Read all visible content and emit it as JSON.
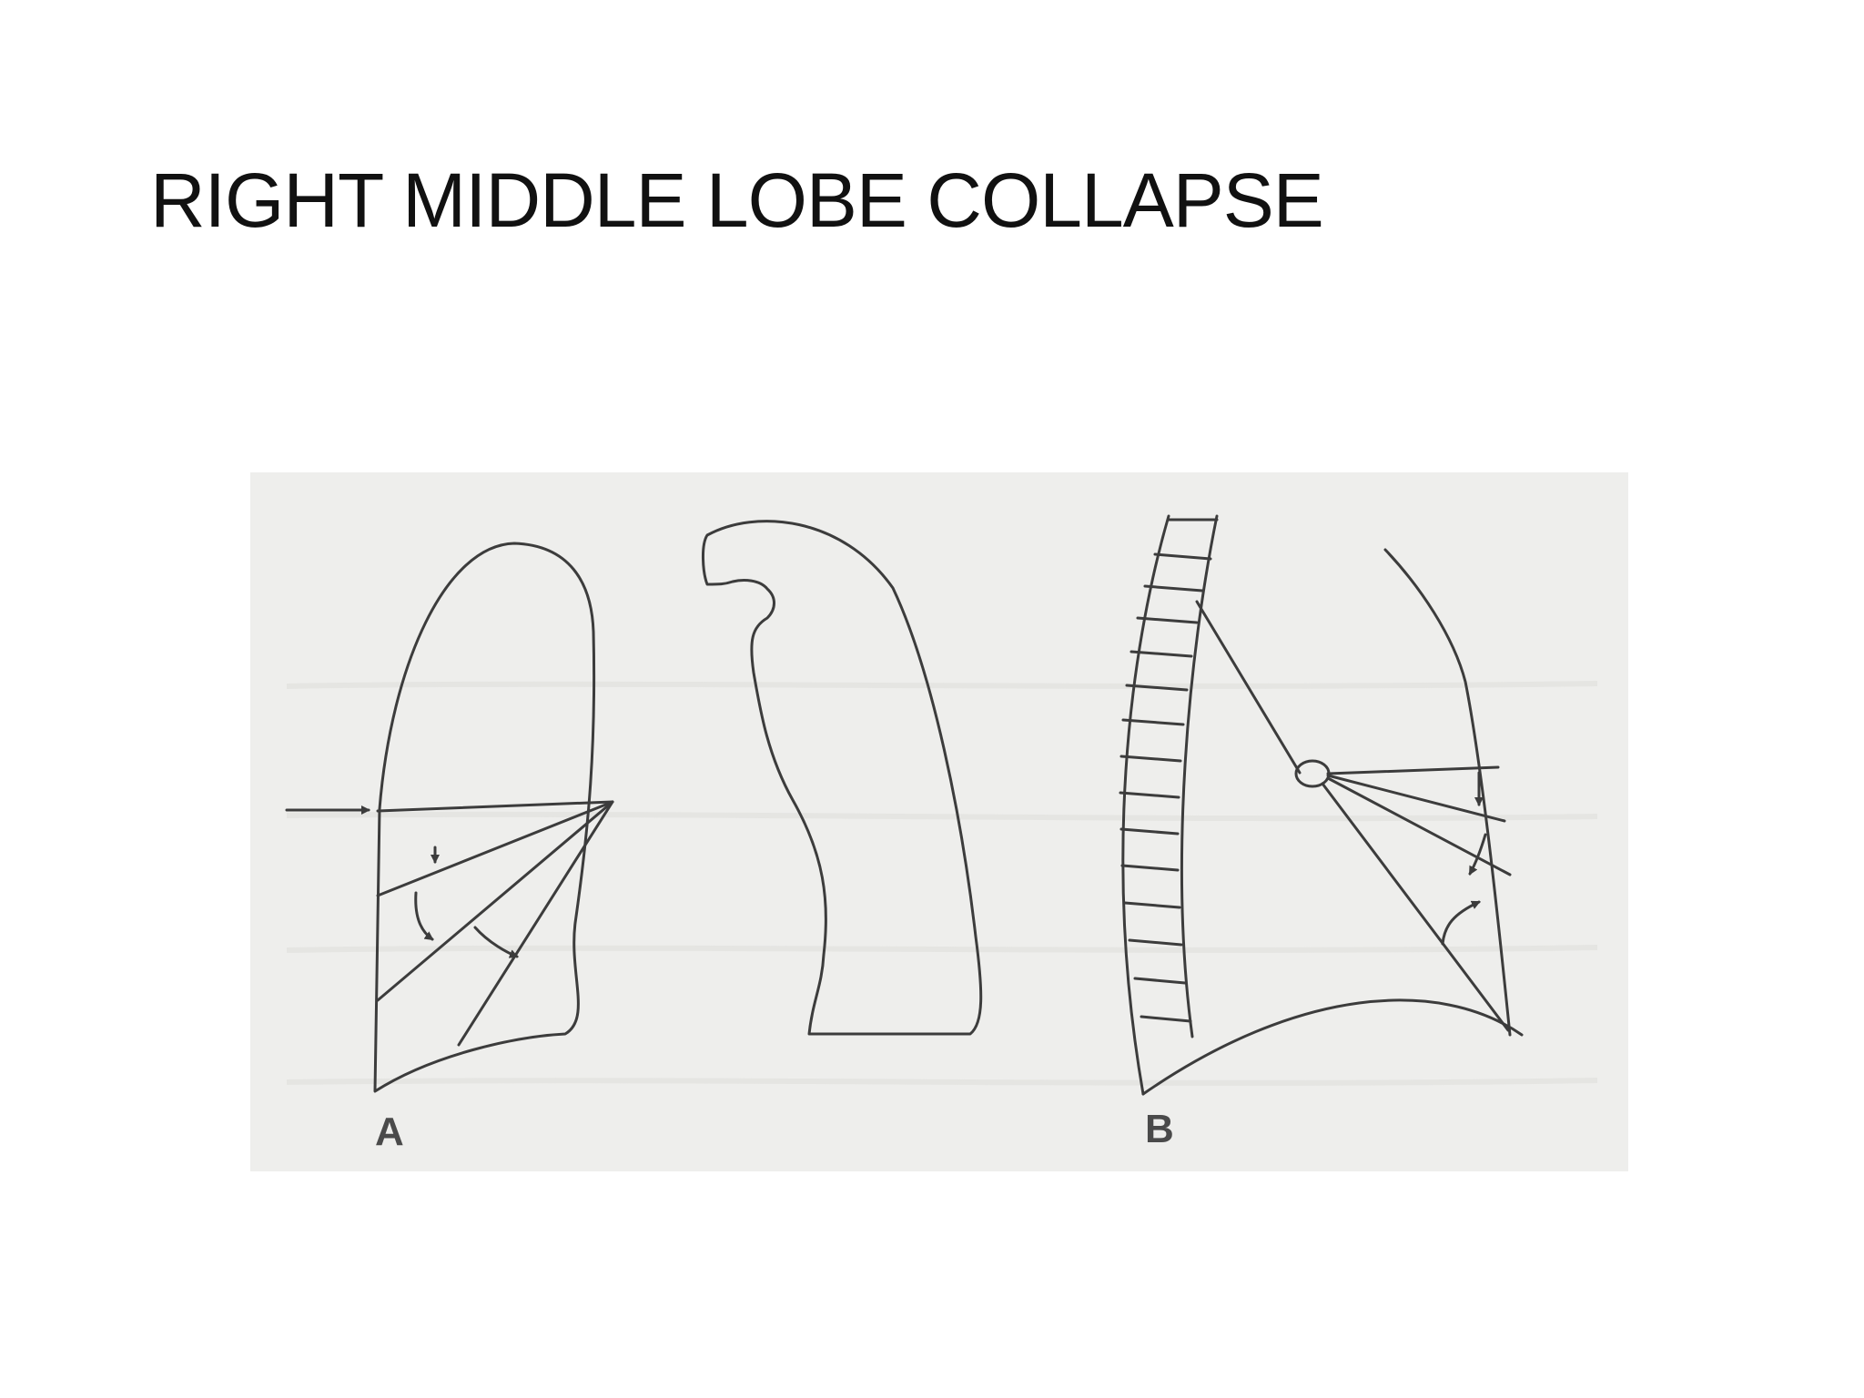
{
  "slide": {
    "title": "RIGHT MIDDLE LOBE COLLAPSE"
  },
  "figure": {
    "panels": [
      {
        "label": "A"
      },
      {
        "label": "B"
      }
    ]
  },
  "colors": {
    "background": "#ffffff",
    "figure_background": "#eeeeec",
    "line": "#3c3c3c",
    "title": "#111111"
  }
}
